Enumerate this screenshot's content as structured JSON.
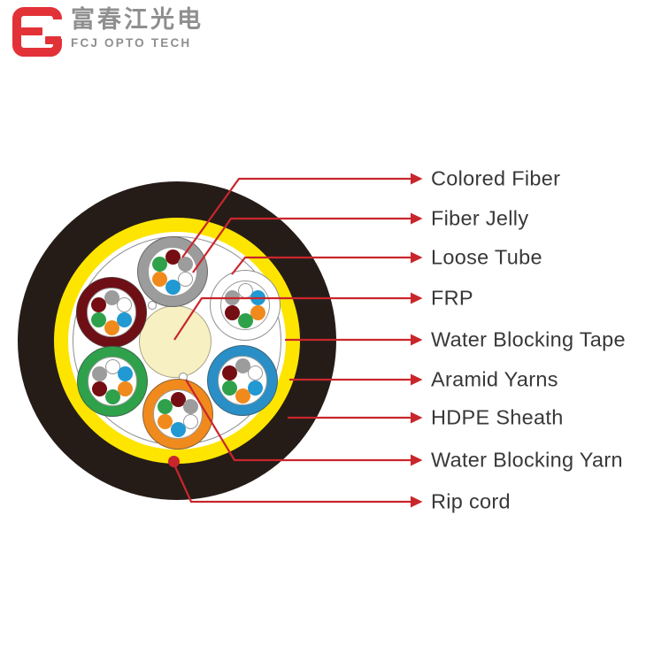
{
  "logo": {
    "mark_icon": "fcj-monogram-icon",
    "chinese_name": "富春江光电",
    "latin_name": "FCJ OPTO TECH",
    "brand_red": "#e23238",
    "text_gray": "#8f8f8f"
  },
  "diagram": {
    "colors": {
      "line_red": "#c9262c",
      "label_text": "#383838",
      "sheath_black": "#251c18",
      "aramid_yellow": "#fde500",
      "tape_line_gray": "#8f8f8f",
      "frp_cream": "#f6f0c2"
    },
    "fiber_colors": {
      "darkred": "#740e12",
      "gray": "#9c9c9c",
      "white": "#ffffff",
      "blue": "#2199d2",
      "orange": "#f08a1d",
      "green": "#2fa14b"
    },
    "tubes": [
      {
        "name": "top",
        "ring": "#9c9c9c",
        "fibers": [
          "darkred",
          "gray",
          "white",
          "blue",
          "orange",
          "green"
        ]
      },
      {
        "name": "upper-right",
        "ring": "#ffffff",
        "fibers": [
          "white",
          "blue",
          "orange",
          "green",
          "darkred",
          "gray"
        ]
      },
      {
        "name": "upper-left",
        "ring": "#6e0f15",
        "fibers": [
          "gray",
          "white",
          "blue",
          "orange",
          "green",
          "darkred"
        ]
      },
      {
        "name": "lower-left",
        "ring": "#2fa14b",
        "fibers": [
          "white",
          "blue",
          "orange",
          "green",
          "darkred",
          "gray"
        ]
      },
      {
        "name": "bottom",
        "ring": "#f08a1d",
        "fibers": [
          "darkred",
          "gray",
          "white",
          "blue",
          "orange",
          "green"
        ]
      },
      {
        "name": "lower-right",
        "ring": "#2a8fc6",
        "fibers": [
          "gray",
          "white",
          "blue",
          "orange",
          "green",
          "darkred"
        ]
      }
    ],
    "labels": [
      {
        "id": "colored-fiber",
        "text": "Colored Fiber"
      },
      {
        "id": "fiber-jelly",
        "text": "Fiber Jelly"
      },
      {
        "id": "loose-tube",
        "text": "Loose Tube"
      },
      {
        "id": "frp",
        "text": "FRP"
      },
      {
        "id": "water-blocking-tape",
        "text": "Water Blocking Tape"
      },
      {
        "id": "aramid-yarns",
        "text": "Aramid Yarns"
      },
      {
        "id": "hdpe-sheath",
        "text": "HDPE Sheath"
      },
      {
        "id": "water-blocking-yarn",
        "text": "Water Blocking Yarn"
      },
      {
        "id": "rip-cord",
        "text": "Rip cord"
      }
    ]
  }
}
